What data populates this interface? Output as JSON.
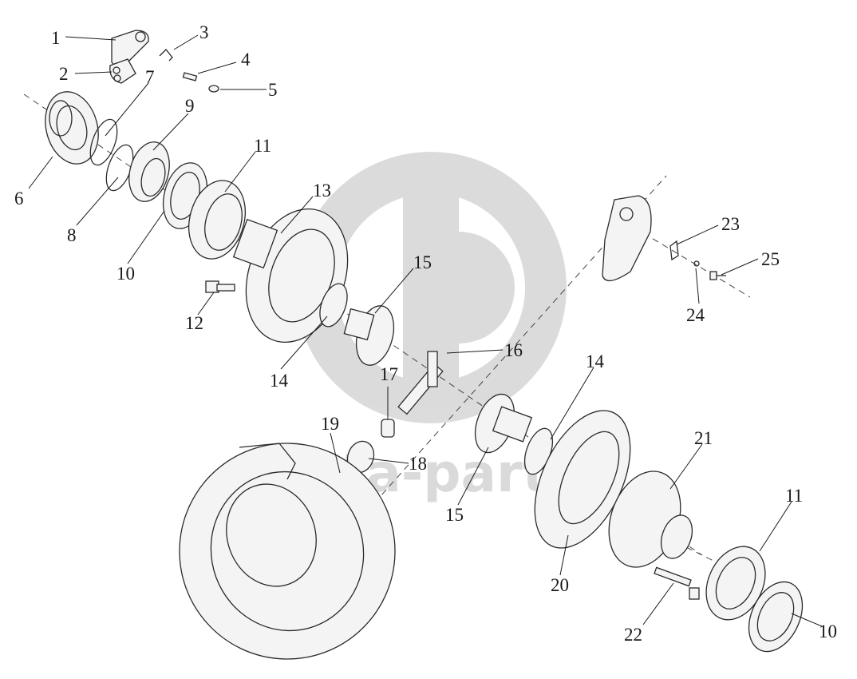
{
  "watermark": {
    "text": "data-parts",
    "logo": "gd-circle-logo"
  },
  "callouts": {
    "c1": "1",
    "c2": "2",
    "c3": "3",
    "c4": "4",
    "c5": "5",
    "c6": "6",
    "c7": "7",
    "c8": "8",
    "c9": "9",
    "c10a": "10",
    "c11a": "11",
    "c12": "12",
    "c13": "13",
    "c14a": "14",
    "c15a": "15",
    "c16": "16",
    "c17": "17",
    "c18": "18",
    "c19": "19",
    "c14b": "14",
    "c15b": "15",
    "c20": "20",
    "c21": "21",
    "c11b": "11",
    "c22": "22",
    "c10b": "10",
    "c23": "23",
    "c24": "24",
    "c25": "25"
  }
}
